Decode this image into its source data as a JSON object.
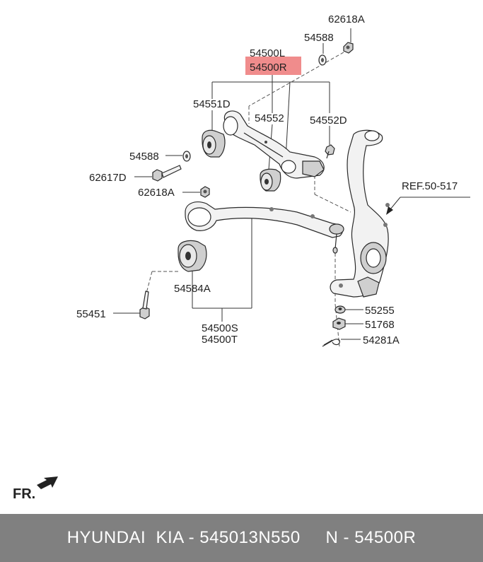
{
  "labels": {
    "p62618A_top": "62618A",
    "p54588_top": "54588",
    "p54500L": "54500L",
    "p54500R": "54500R",
    "p54551D": "54551D",
    "p54552": "54552",
    "p54552D": "54552D",
    "p54588_left": "54588",
    "p62617D": "62617D",
    "p62618A_mid": "62618A",
    "ref": "REF.50-517",
    "p54584A": "54584A",
    "p55451": "55451",
    "p55255": "55255",
    "p51768": "51768",
    "p54281A": "54281A",
    "p54500S": "54500S",
    "p54500T": "54500T",
    "fr": "FR."
  },
  "highlight_color": "#f08c8c",
  "footer": {
    "text": "HYUNDAI  KIA - 545013N550     N - 54500R",
    "background": "#808080"
  },
  "icons": {
    "front_arrow": "arrow-icon"
  }
}
